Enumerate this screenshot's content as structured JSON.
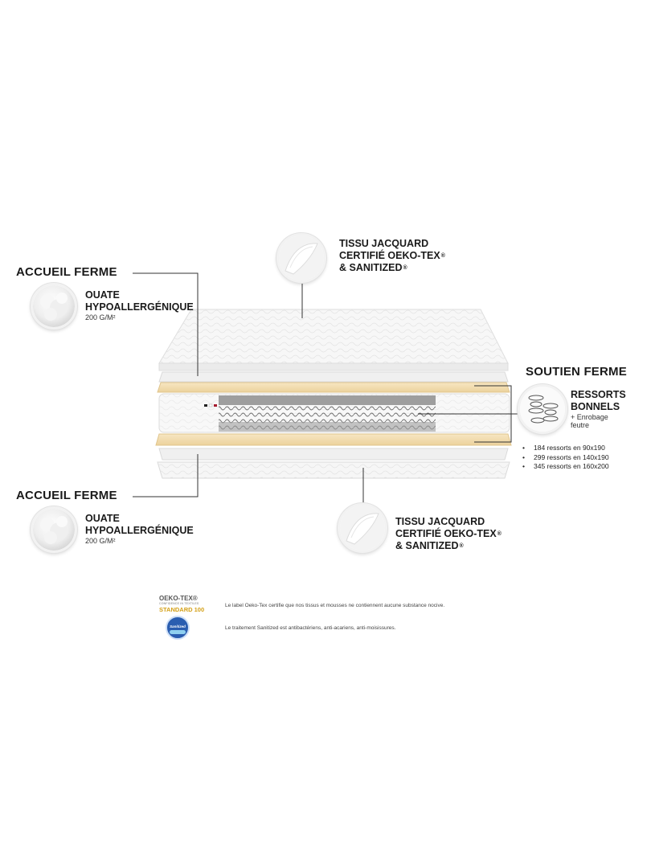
{
  "left_top": {
    "heading": "ACCUEIL FERME",
    "label_line1": "OUATE",
    "label_line2": "HYPOALLERGÉNIQUE",
    "weight": "200 G/M²"
  },
  "left_bottom": {
    "heading": "ACCUEIL FERME",
    "label_line1": "OUATE",
    "label_line2": "HYPOALLERGÉNIQUE",
    "weight": "200 G/M²"
  },
  "top_fabric": {
    "line1": "TISSU JACQUARD",
    "line2": "CERTIFIÉ OEKO-TEX",
    "line3": "& SANITIZED",
    "reg": "®"
  },
  "bottom_fabric": {
    "line1": "TISSU JACQUARD",
    "line2": "CERTIFIÉ OEKO-TEX",
    "line3": "& SANITIZED",
    "reg": "®"
  },
  "right_support": {
    "heading": "SOUTIEN FERME",
    "label_line1": "RESSORTS",
    "label_line2": "BONNELS",
    "note_line1": "+ Enrobage",
    "note_line2": "feutre",
    "bullets": [
      "184 ressorts en 90x190",
      "299 ressorts en 140x190",
      "345 ressorts en 160x200"
    ]
  },
  "footer": {
    "oeko_logo_line1": "OEKO-TEX®",
    "oeko_logo_line2": "CONFIDENCE IN TEXTILES",
    "oeko_logo_line3": "STANDARD 100",
    "oeko_text": "Le label Oeko-Tex certifie que nos tissus et mousses ne contiennent aucune substance nocive.",
    "sanitized_logo": "Sanitized",
    "sanitized_text": "Le traitement Sanitized est antibactériens, anti-acariens, anti-moisissures."
  },
  "colors": {
    "foam": "#f2dcae",
    "fabric": "#f4f4f4",
    "springs": "#9a9a9a",
    "oeko_gold": "#d4a017",
    "sanitized_blue": "#2a5db0"
  }
}
